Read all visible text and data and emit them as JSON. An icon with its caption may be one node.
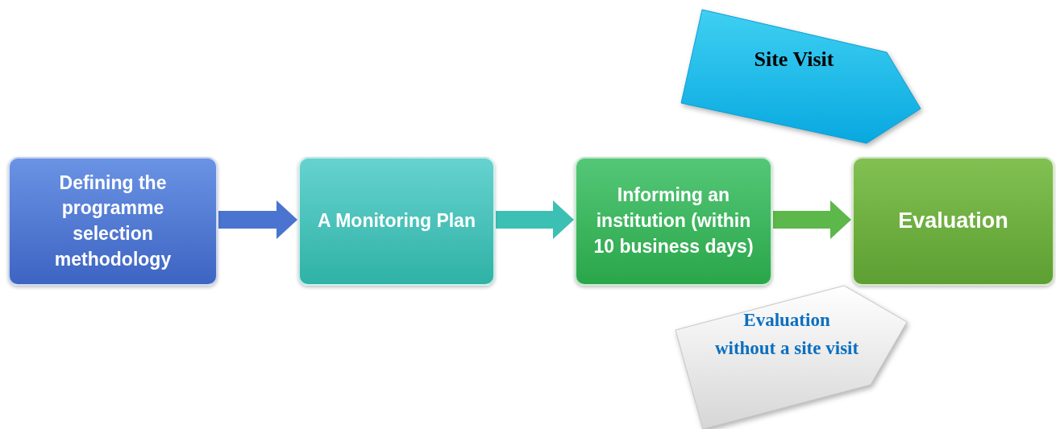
{
  "diagram": {
    "nodes": [
      {
        "text": [
          "Defining the programme selection methodology"
        ]
      },
      {
        "text": [
          "A Monitoring Plan"
        ]
      },
      {
        "text": [
          "Informing an institution (within 10 business days)"
        ]
      },
      {
        "text": [
          "Evaluation"
        ]
      },
      {
        "text": [
          "Site Visit"
        ]
      },
      {
        "text": [
          "Evaluation without a site visit"
        ]
      }
    ],
    "edges": [
      {
        "from": 0,
        "to": 1,
        "arrow": "to",
        "color": "#4a74d0"
      },
      {
        "from": 1,
        "to": 2,
        "arrow": "to",
        "color": "#3cc0b4"
      },
      {
        "from": 2,
        "to": 3,
        "arrow": "to",
        "color": "#5cb84a"
      }
    ]
  }
}
